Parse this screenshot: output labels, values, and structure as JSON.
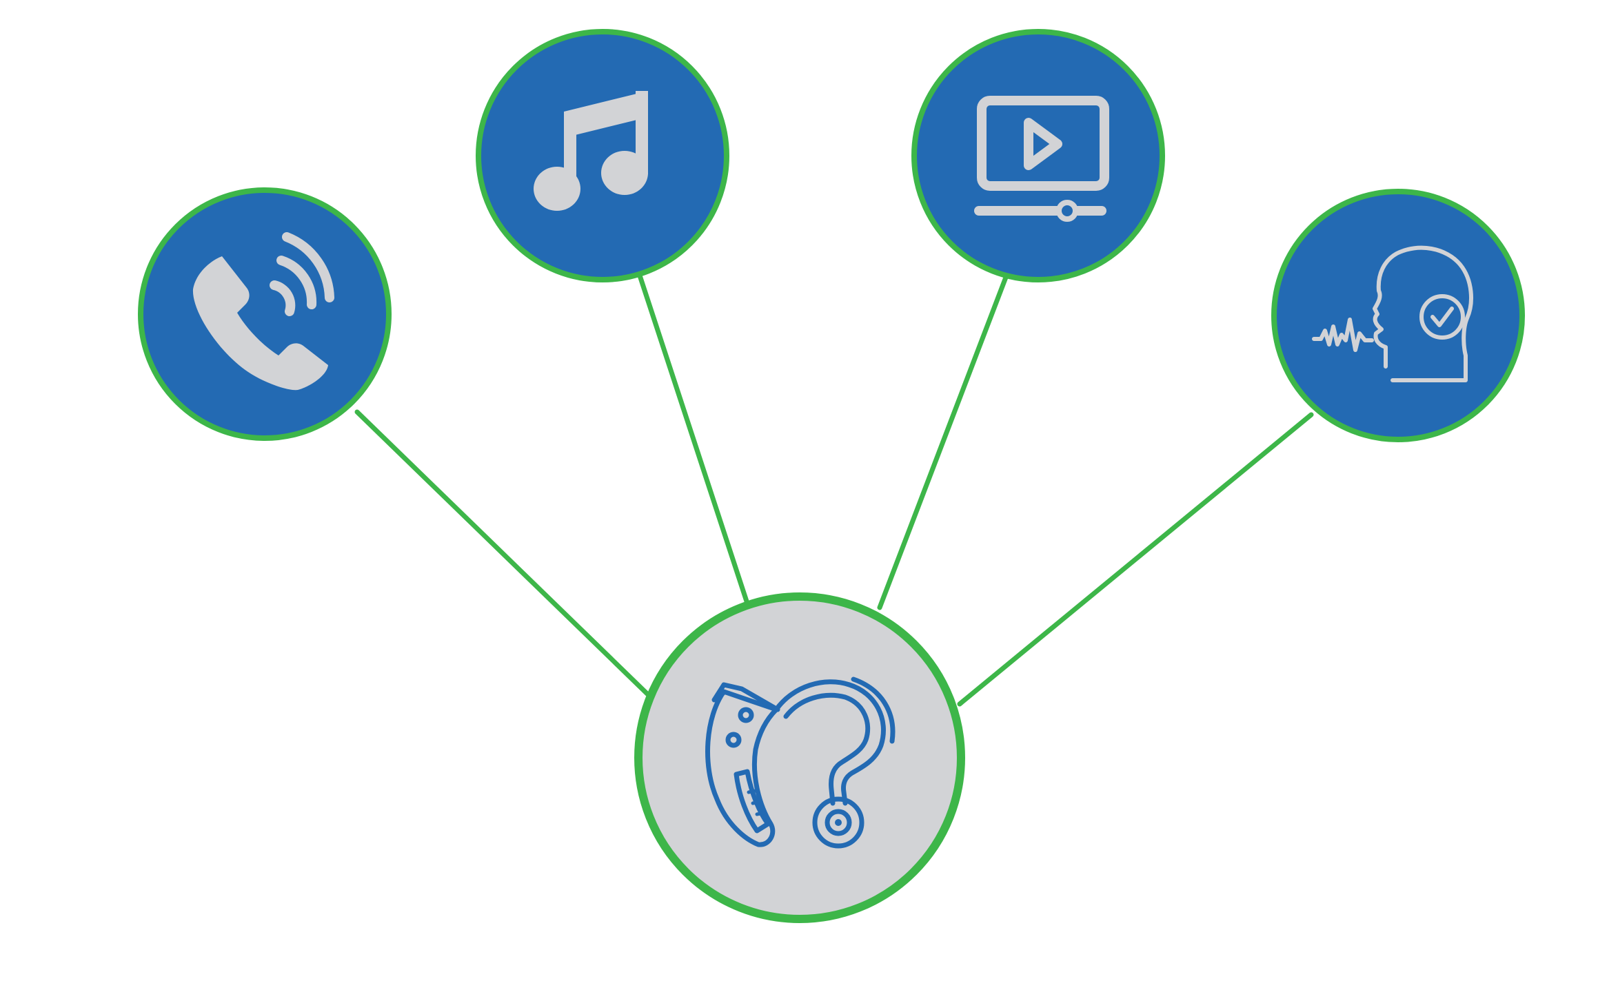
{
  "diagram": {
    "colors": {
      "background": "#ffffff",
      "connector": "#3db649",
      "node_fill": "#236ab3",
      "node_border": "#3db649",
      "node_icon": "#d2d3d6",
      "hub_fill": "#d2d3d6",
      "hub_border": "#3db649",
      "hub_icon": "#236ab3"
    },
    "hub": {
      "icon": "hearing-aid-icon"
    },
    "nodes": [
      {
        "id": "phone",
        "icon": "phone-call-icon"
      },
      {
        "id": "music",
        "icon": "music-note-icon"
      },
      {
        "id": "video",
        "icon": "video-player-icon"
      },
      {
        "id": "speech",
        "icon": "speech-recognition-icon"
      }
    ]
  }
}
